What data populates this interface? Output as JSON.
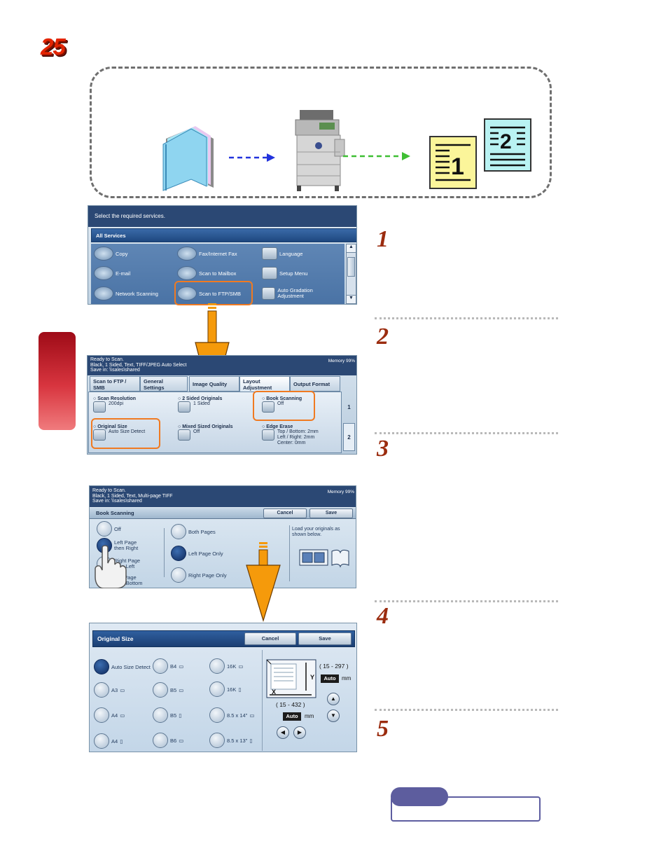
{
  "page_number": "25",
  "panel1": {
    "prompt": "Select the required services.",
    "header": "All Services",
    "services": [
      "Copy",
      "Fax/Internet Fax",
      "Language",
      "E-mail",
      "Scan to Mailbox",
      "Setup Menu",
      "Network Scanning",
      "Scan to FTP/SMB",
      "Auto Gradation Adjustment"
    ]
  },
  "panel2": {
    "status1": "Ready to Scan.",
    "status2": "Black, 1 Sided, Text, TIFF/JPEG Auto Select",
    "status3": "Save in: \\\\sales\\shared",
    "memory": "Memory 99%",
    "tabs": [
      "Scan to FTP / SMB",
      "General Settings",
      "Image Quality",
      "Layout Adjustment",
      "Output Format"
    ],
    "scan_resolution": "Scan Resolution",
    "scan_resolution_val": "200dpi",
    "two_sided": "2 Sided Originals",
    "two_sided_val": "1 Sided",
    "book_scanning": "Book Scanning",
    "book_scanning_val": "Off",
    "original_size": "Original Size",
    "original_size_val": "Auto Size Detect",
    "mixed": "Mixed Sized Originals",
    "mixed_val": "Off",
    "edge_erase": "Edge Erase",
    "edge_erase_val1": "Top / Bottom: 2mm",
    "edge_erase_val2": "Left / Right: 2mm",
    "edge_erase_val3": "Center: 0mm",
    "page1": "1",
    "page2": "2"
  },
  "panel3": {
    "status1": "Ready to Scan.",
    "status2": "Black, 1 Sided, Text, Multi-page TIFF",
    "status3": "Save in: \\\\sales\\shared",
    "memory": "Memory 99%",
    "title": "Book Scanning",
    "cancel": "Cancel",
    "save": "Save",
    "opt_off": "Off",
    "opt_lr": "Left Page then Right",
    "opt_rl": "Right Page then Left",
    "opt_tb": "Top Page then Bottom",
    "both": "Both Pages",
    "left_only": "Left Page Only",
    "right_only": "Right Page Only",
    "load_hint": "Load your originals as shown below."
  },
  "panel4": {
    "title": "Original Size",
    "cancel": "Cancel",
    "save": "Save",
    "sizes": [
      "Auto Size Detect",
      "B4",
      "16K",
      "A3",
      "B5",
      "16K",
      "A4",
      "B5",
      "8.5 x 14\"",
      "A4",
      "B6",
      "8.5 x 13\""
    ],
    "y_range": "( 15 - 297 )",
    "x_range": "( 15 - 432 )",
    "auto": "Auto",
    "mm": "mm",
    "x": "X",
    "y": "Y"
  },
  "steps": [
    "1",
    "2",
    "3",
    "4",
    "5"
  ],
  "colors": {
    "accent": "#e32400",
    "step": "#9b2c0f",
    "arrow": "#f59a0b"
  }
}
